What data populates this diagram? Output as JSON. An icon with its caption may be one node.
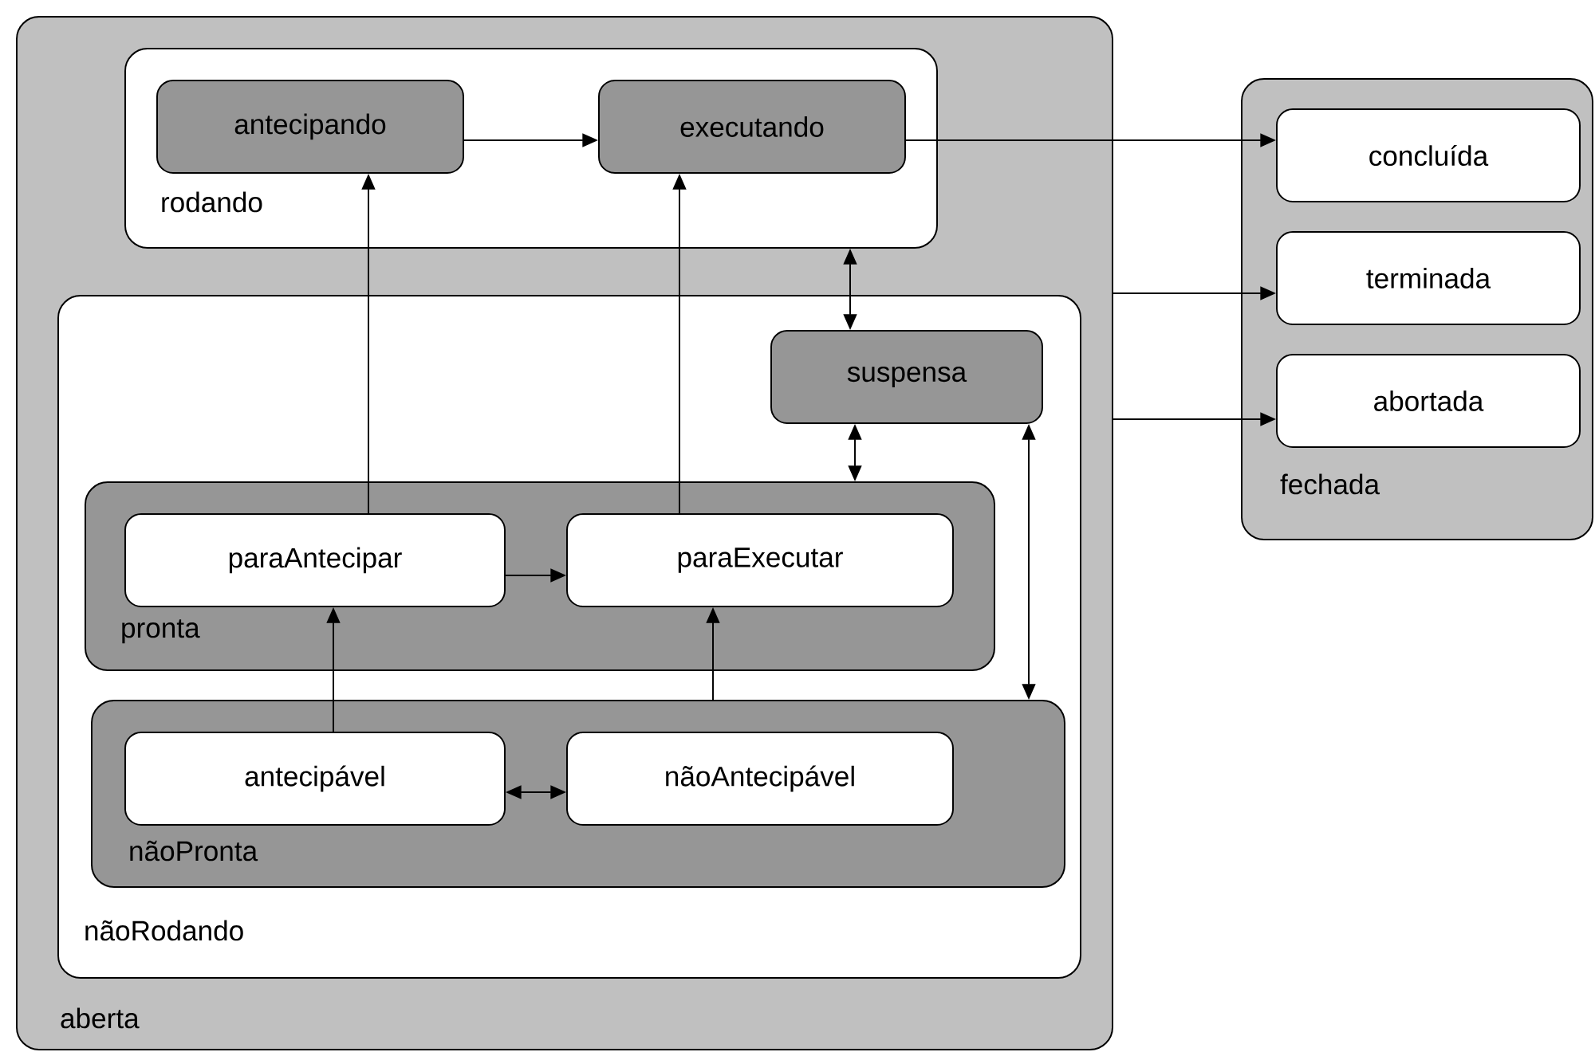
{
  "diagram": {
    "nodes": [
      {
        "text": [
          "aberta"
        ]
      },
      {
        "text": [
          "rodando"
        ],
        "in": 0
      },
      {
        "text": [
          "antecipando"
        ],
        "in": 1
      },
      {
        "text": [
          "executando"
        ],
        "in": 1
      },
      {
        "text": [
          "nãoRodando"
        ],
        "in": 0
      },
      {
        "text": [
          "suspensa"
        ],
        "in": 4
      },
      {
        "text": [
          "pronta"
        ],
        "in": 4
      },
      {
        "text": [
          "paraAntecipar"
        ],
        "in": 6
      },
      {
        "text": [
          "paraExecutar"
        ],
        "in": 6
      },
      {
        "text": [
          "nãoPronta"
        ],
        "in": 4
      },
      {
        "text": [
          "antecipável"
        ],
        "in": 9
      },
      {
        "text": [
          "nãoAntecipável"
        ],
        "in": 9
      },
      {
        "text": [
          "fechada"
        ]
      },
      {
        "text": [
          "concluída"
        ],
        "in": 12
      },
      {
        "text": [
          "terminada"
        ],
        "in": 12
      },
      {
        "text": [
          "abortada"
        ],
        "in": 12
      }
    ],
    "edges": [
      {
        "from": 2,
        "to": 3,
        "arrow": "to"
      },
      {
        "from": 3,
        "to": 13,
        "arrow": "to"
      },
      {
        "from": 0,
        "to": 14,
        "arrow": "to"
      },
      {
        "from": 0,
        "to": 15,
        "arrow": "to"
      },
      {
        "from": 1,
        "to": 5,
        "arrow": "both"
      },
      {
        "from": 5,
        "to": 6,
        "arrow": "both"
      },
      {
        "from": 5,
        "to": 9,
        "arrow": "both"
      },
      {
        "from": 7,
        "to": 2,
        "arrow": "to"
      },
      {
        "from": 8,
        "to": 3,
        "arrow": "to"
      },
      {
        "from": 10,
        "to": 7,
        "arrow": "to"
      },
      {
        "from": 9,
        "to": 8,
        "arrow": "to"
      },
      {
        "from": 7,
        "to": 8,
        "arrow": "to"
      },
      {
        "from": 10,
        "to": 11,
        "arrow": "both"
      }
    ]
  }
}
